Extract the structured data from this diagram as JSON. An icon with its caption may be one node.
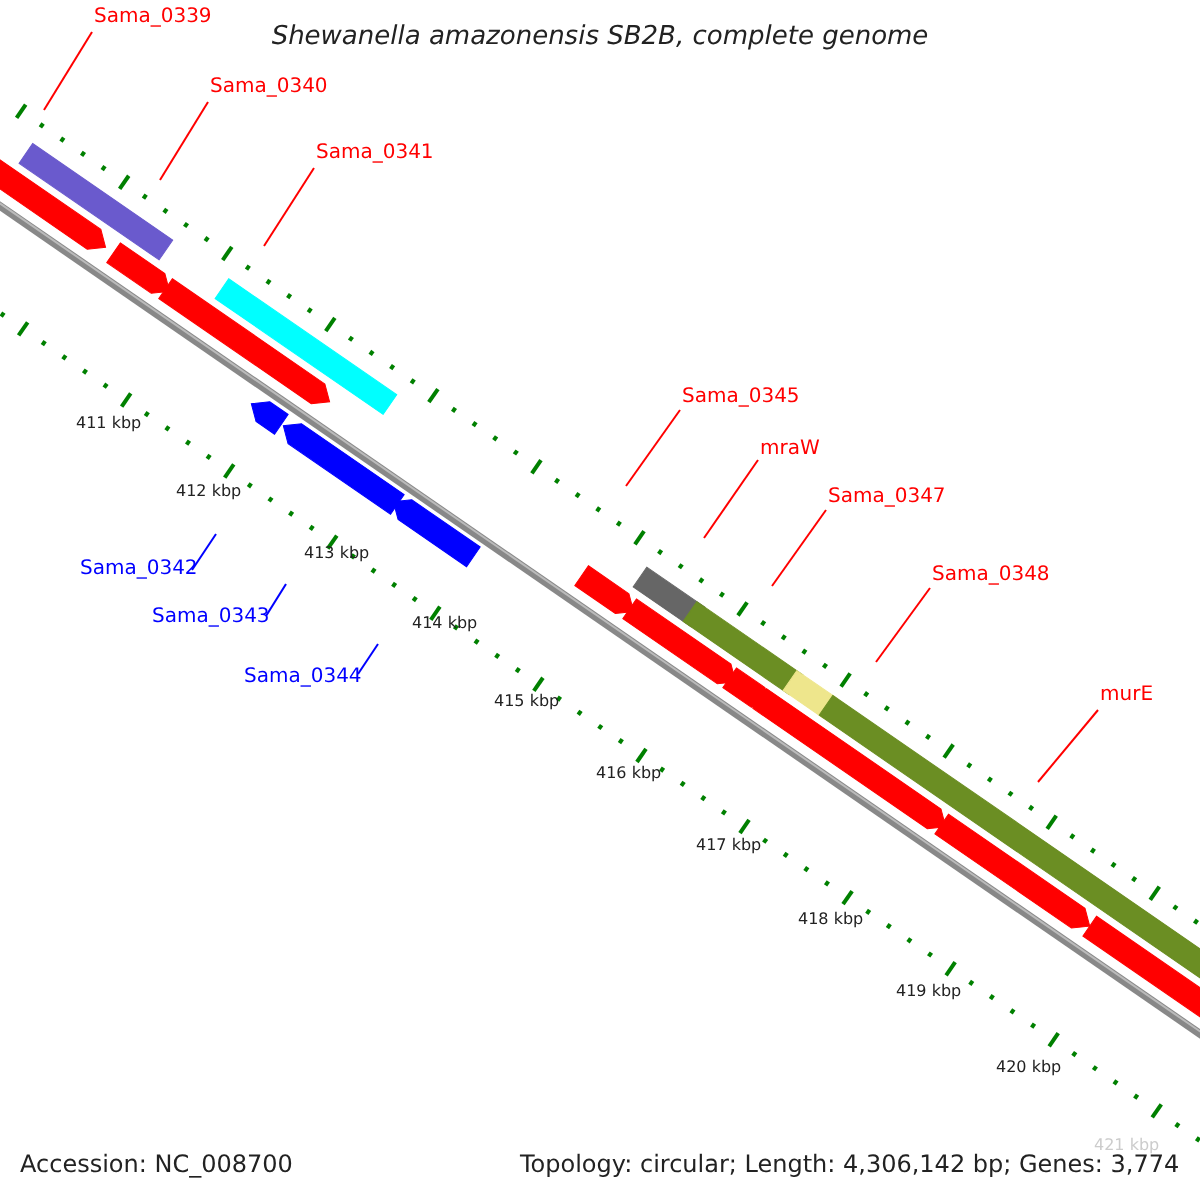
{
  "diagram": {
    "title": "Shewanella amazonensis SB2B, complete genome",
    "nodes": [
      {
        "text": [
          "Sama_0339"
        ]
      },
      {
        "text": [
          "Sama_0340"
        ]
      },
      {
        "text": [
          "Sama_0341"
        ]
      },
      {
        "text": [
          "Sama_0342"
        ]
      },
      {
        "text": [
          "Sama_0343"
        ]
      },
      {
        "text": [
          "Sama_0344"
        ]
      },
      {
        "text": [
          "Sama_0345"
        ]
      },
      {
        "text": [
          "mraW"
        ]
      },
      {
        "text": [
          "Sama_0347"
        ]
      },
      {
        "text": [
          "Sama_0348"
        ]
      },
      {
        "text": [
          "murE"
        ]
      }
    ],
    "edges": [
      {
        "from": 0,
        "to": null,
        "arrow": "none"
      },
      {
        "from": 1,
        "to": null,
        "arrow": "none"
      },
      {
        "from": 2,
        "to": null,
        "arrow": "none"
      },
      {
        "from": 3,
        "to": null,
        "arrow": "none",
        "color": "#0000ff"
      },
      {
        "from": 4,
        "to": null,
        "arrow": "none",
        "color": "#0000ff"
      },
      {
        "from": 5,
        "to": null,
        "arrow": "none",
        "color": "#0000ff"
      },
      {
        "from": 6,
        "to": null,
        "arrow": "none"
      },
      {
        "from": 7,
        "to": null,
        "arrow": "none"
      },
      {
        "from": 8,
        "to": null,
        "arrow": "none"
      },
      {
        "from": 9,
        "to": null,
        "arrow": "none"
      },
      {
        "from": 10,
        "to": null,
        "arrow": "none"
      }
    ],
    "labels": [
      "411 kbp",
      "412 kbp",
      "413 kbp",
      "414 kbp",
      "415 kbp",
      "416 kbp",
      "417 kbp",
      "418 kbp",
      "419 kbp",
      "420 kbp",
      "421 kbp",
      "Accession: NC_008700",
      "Topology: circular; Length: 4,306,142 bp; Genes: 3,774"
    ]
  }
}
